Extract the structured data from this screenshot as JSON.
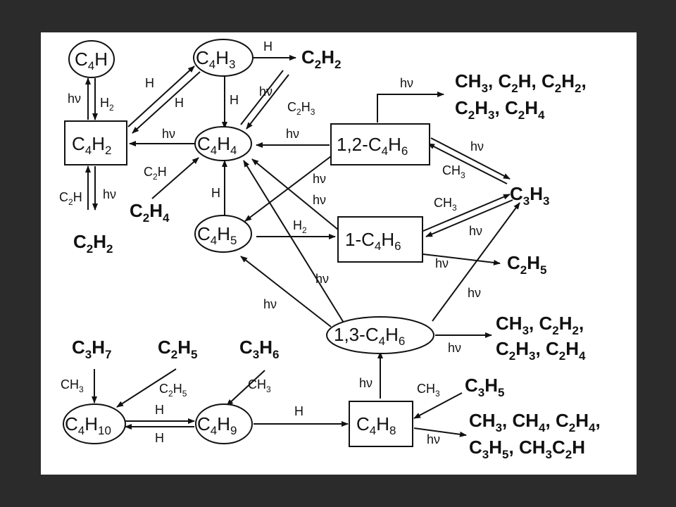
{
  "nodes": {
    "c4h": {
      "base": "C",
      "sub": "4",
      "rest": "H"
    },
    "c4h2": {
      "parts": [
        [
          "C",
          "4"
        ],
        [
          "H",
          "2"
        ]
      ]
    },
    "c4h3": {
      "parts": [
        [
          "C",
          "4"
        ],
        [
          "H",
          "3"
        ]
      ]
    },
    "c4h4": {
      "parts": [
        [
          "C",
          "4"
        ],
        [
          "H",
          "4"
        ]
      ]
    },
    "c4h5": {
      "parts": [
        [
          "C",
          "4"
        ],
        [
          "H",
          "5"
        ]
      ]
    },
    "c12c4h6": {
      "prefix": "1,2-",
      "parts": [
        [
          "C",
          "4"
        ],
        [
          "H",
          "6"
        ]
      ]
    },
    "c1c4h6": {
      "prefix": "1-",
      "parts": [
        [
          "C",
          "4"
        ],
        [
          "H",
          "6"
        ]
      ]
    },
    "c13c4h6": {
      "prefix": "1,3-",
      "parts": [
        [
          "C",
          "4"
        ],
        [
          "H",
          "6"
        ]
      ]
    },
    "c4h8": {
      "parts": [
        [
          "C",
          "4"
        ],
        [
          "H",
          "8"
        ]
      ]
    },
    "c4h9": {
      "parts": [
        [
          "C",
          "4"
        ],
        [
          "H",
          "9"
        ]
      ]
    },
    "c4h10": {
      "parts": [
        [
          "C",
          "4"
        ],
        [
          "H",
          "10"
        ]
      ]
    }
  },
  "products": {
    "c2h2_top": "C2H2",
    "top_right_1": "CH3, C2H, C2H2,",
    "top_right_2": "C2H3, C2H4",
    "c2h4_left": "C2H4",
    "c2h2_left": "C2H2",
    "c3h3": "C3H3",
    "c2h5_right": "C2H5",
    "mid_right_1": "CH3, C2H2,",
    "mid_right_2": "C2H3, C2H4",
    "c3h7": "C3H7",
    "c2h5_bot": "C2H5",
    "c3h6": "C3H6",
    "c3h5": "C3H5",
    "bot_right_1": "CH3, CH4, C2H4,",
    "bot_right_2": "C3H5, CH3C2H"
  },
  "labels": {
    "hv": "hν",
    "H": "H",
    "H2": "H2",
    "C2H": "C2H",
    "C2H3": "C2H3",
    "CH3": "CH3",
    "C2H5": "C2H5"
  }
}
